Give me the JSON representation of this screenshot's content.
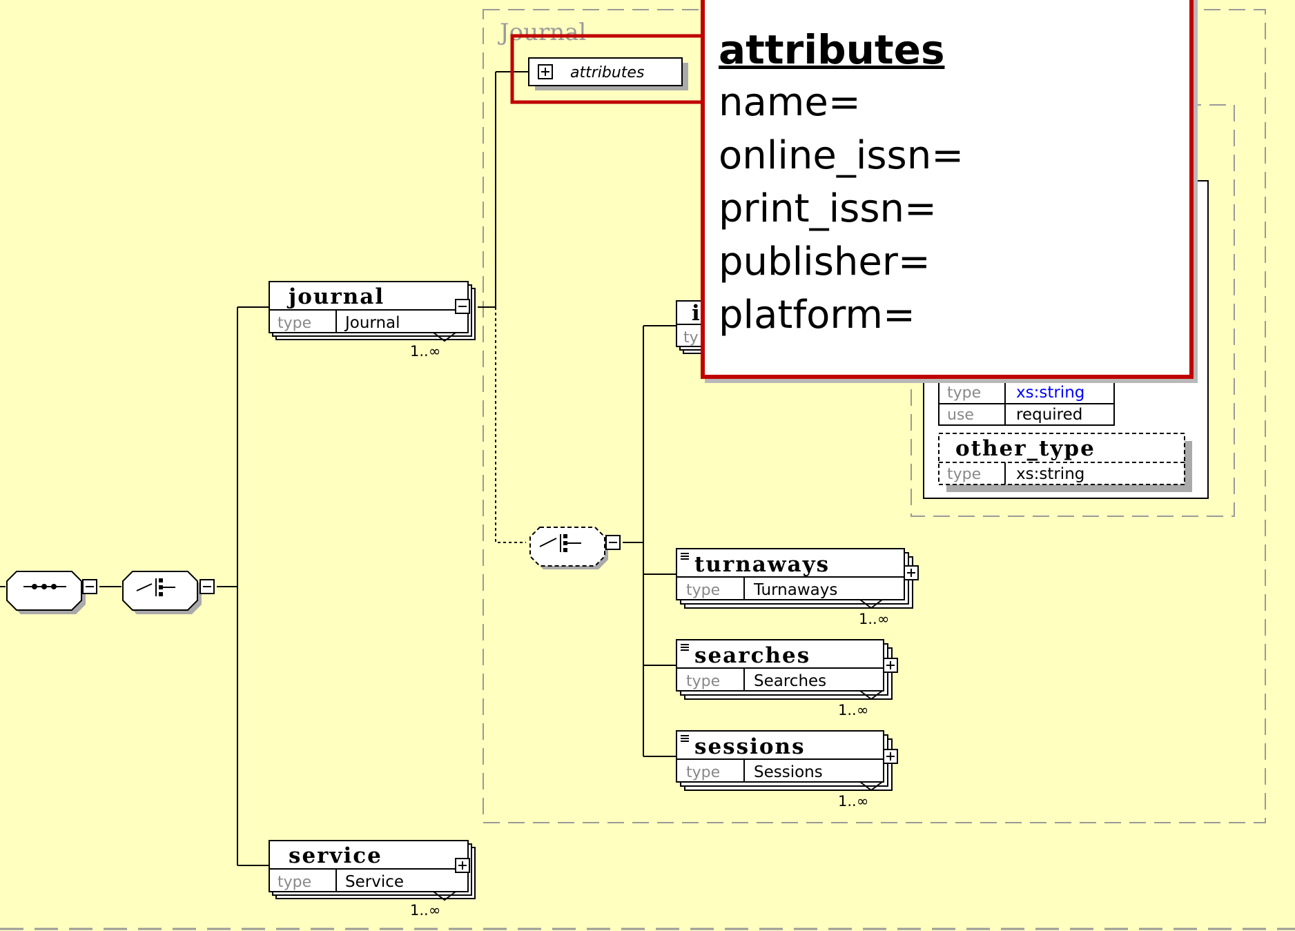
{
  "diagram": {
    "journal_group_title": "Journal",
    "attributes_label": "attributes",
    "elements": {
      "journal": {
        "name": "journal",
        "type_label": "type",
        "type_value": "Journal",
        "occurrence": "1..∞"
      },
      "service": {
        "name": "service",
        "type_label": "type",
        "type_value": "Service",
        "occurrence": "1..∞"
      },
      "hidden_child": {
        "name": "i",
        "type_label": "ty"
      },
      "turnaways": {
        "name": "turnaways",
        "type_label": "type",
        "type_value": "Turnaways",
        "occurrence": "1..∞"
      },
      "searches": {
        "name": "searches",
        "type_label": "type",
        "type_value": "Searches",
        "occurrence": "1..∞"
      },
      "sessions": {
        "name": "sessions",
        "type_label": "type",
        "type_value": "Sessions",
        "occurrence": "1..∞"
      }
    },
    "attribute_detail": {
      "type_label": "type",
      "type_value": "xs:string",
      "use_label": "use",
      "use_value": "required"
    },
    "other_type": {
      "name": "other_type",
      "type_label": "type",
      "type_value": "xs:string"
    }
  },
  "popup": {
    "title": "attributes",
    "items": [
      "name=",
      "online_issn=",
      "print_issn=",
      "publisher=",
      "platform="
    ]
  },
  "colors": {
    "background": "#ffffc0",
    "highlight_red": "#c00000",
    "link_blue": "#0000ff"
  }
}
